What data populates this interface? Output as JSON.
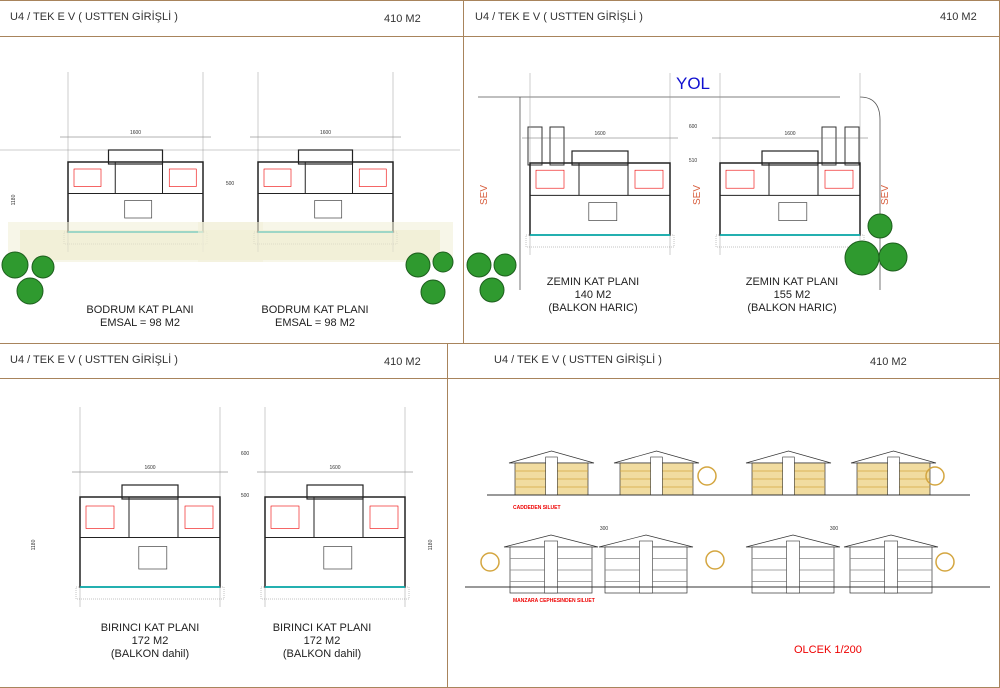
{
  "panels": [
    {
      "title": "U4 /  TEK E V  ( USTTEN GİRİŞLİ )",
      "area": "410 M2"
    },
    {
      "title": "U4 /  TEK E V  ( USTTEN GİRİŞLİ )",
      "area": "410 M2"
    },
    {
      "title": "U4 /  TEK E V  ( USTTEN GİRİŞLİ )",
      "area": "410 M2"
    },
    {
      "title": "U4 /  TEK E V  ( USTTEN GİRİŞLİ )",
      "area": "410 M2"
    }
  ],
  "basement": {
    "left": {
      "name": "BODRUM KAT PLANI",
      "sub": "EMSAL = 98 M2"
    },
    "right": {
      "name": "BODRUM KAT PLANI",
      "sub": "EMSAL = 98 M2"
    }
  },
  "ground": {
    "road": "YOL",
    "sev": "SEV",
    "left": {
      "name": "ZEMIN  KAT PLANI",
      "area": "140 M2",
      "note": "(BALKON HARIC)"
    },
    "right": {
      "name": "ZEMIN  KAT PLANI",
      "area": "155 M2",
      "note": "(BALKON HARIC)"
    }
  },
  "first": {
    "left": {
      "name": "BIRINCI  KAT PLANI",
      "area": "172 M2",
      "note": "(BALKON dahil)"
    },
    "right": {
      "name": "BIRINCI  KAT PLANI",
      "area": "172 M2",
      "note": "(BALKON dahil)"
    }
  },
  "dims": {
    "width": "1600",
    "gap": "500",
    "depth": "1180",
    "gap2": "600",
    "gap3": "510",
    "spacing": "300"
  },
  "elevations": {
    "street": "CADDEDEN SILUET",
    "view": "MANZARA CEPHESINDEN SILUET",
    "scale": "OLCEK 1/200"
  },
  "colors": {
    "frame": "#a8845c",
    "accent": "#e00000",
    "road": "#1010d0",
    "tree": "#2f9a2f",
    "wood": "#d4a640"
  }
}
